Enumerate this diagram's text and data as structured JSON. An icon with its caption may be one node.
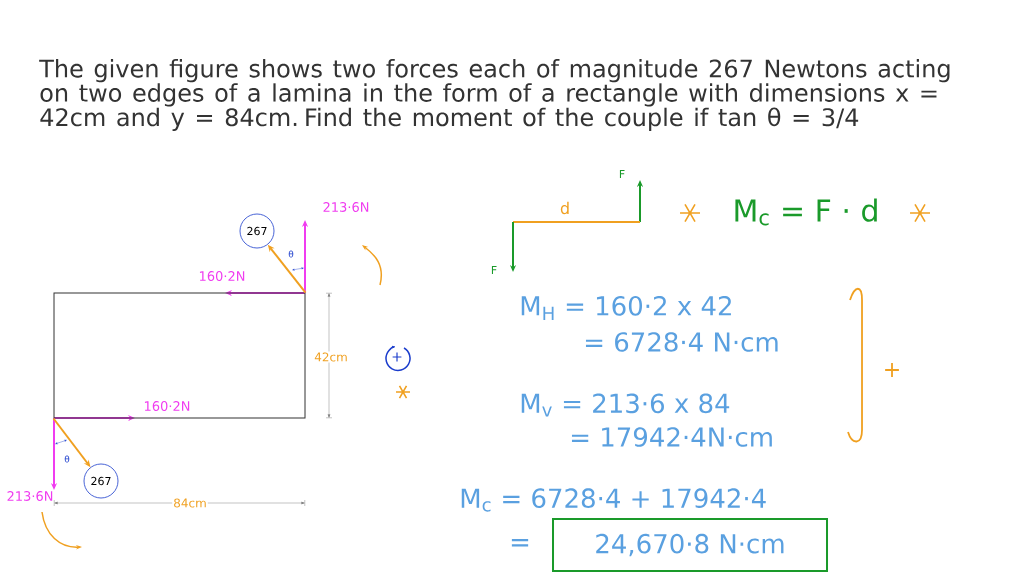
{
  "diagram": {
    "nodes": [
      {
        "text": [],
        "shape": "box"
      },
      {
        "text": [
          "267"
        ]
      },
      {
        "text": [
          "267"
        ]
      },
      {
        "text": [
          "24,670·8 N·cm"
        ]
      }
    ],
    "edges": [
      {
        "from": 0,
        "to": 1,
        "arrow": "to",
        "color": "#f0a020"
      },
      {
        "from": 0,
        "to": 2,
        "arrow": "to",
        "color": "#f0a020"
      }
    ],
    "labels": [
      "The given figure shows two forces each of magnitude 267 Newtons acting on two edges of a lamina in the form of a rectangle with dimensions x = 42cm and y = 84cm. Find the moment of the couple if tan θ = 3/4",
      "213·6N",
      "θ",
      "160·2N",
      "42cm",
      "160·2N",
      "θ",
      "213·6N",
      "84cm",
      "+",
      "F",
      "d",
      "M$_{c}$ = F · d",
      "F",
      "M$_{H}$ = 160·2 x 42",
      "= 6728·4 N·cm",
      "+",
      "M$_{v}$ = 213·6 x 84",
      "= 17942·4N·cm",
      "M$_{c}$ = 6728·4 + 17942·4",
      "="
    ]
  }
}
